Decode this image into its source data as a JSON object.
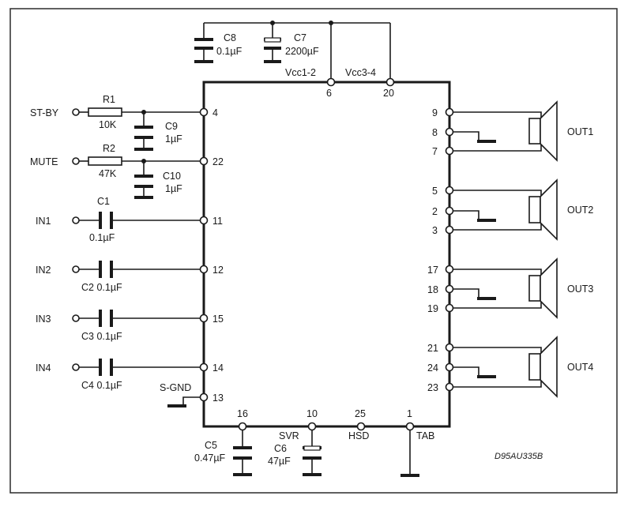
{
  "frame": {
    "stroke_color": "#2b2b2b"
  },
  "chip": {
    "vcc12_label": "Vcc1-2",
    "vcc34_label": "Vcc3-4",
    "pins": {
      "p6": "6",
      "p20": "20",
      "p4": "4",
      "p22": "22",
      "p11": "11",
      "p12": "12",
      "p15": "15",
      "p14": "14",
      "p13": "13",
      "p16": "16",
      "p10": "10",
      "p25": "25",
      "p1": "1",
      "p9": "9",
      "p8": "8",
      "p7": "7",
      "p5": "5",
      "p2": "2",
      "p3": "3",
      "p17": "17",
      "p18": "18",
      "p19": "19",
      "p21": "21",
      "p24": "24",
      "p23": "23"
    },
    "bottom_labels": {
      "svr": "SVR",
      "hsd": "HSD",
      "tab": "TAB"
    },
    "sgnd_label": "S-GND"
  },
  "inputs": {
    "stby": "ST-BY",
    "mute": "MUTE",
    "in1": "IN1",
    "in2": "IN2",
    "in3": "IN3",
    "in4": "IN4"
  },
  "components": {
    "r1_name": "R1",
    "r1_value": "10K",
    "r2_name": "R2",
    "r2_value": "47K",
    "c9_name": "C9",
    "c9_value": "1µF",
    "c10_name": "C10",
    "c10_value": "1µF",
    "c1_name": "C1",
    "c1_value": "0.1µF",
    "c2_label": "C2 0.1µF",
    "c3_label": "C3 0.1µF",
    "c4_label": "C4 0.1µF",
    "c8_name": "C8",
    "c8_value": "0.1µF",
    "c7_name": "C7",
    "c7_value": "2200µF",
    "c5_name": "C5",
    "c5_value": "0.47µF",
    "c6_name": "C6",
    "c6_value": "47µF"
  },
  "outputs": {
    "out1": "OUT1",
    "out2": "OUT2",
    "out3": "OUT3",
    "out4": "OUT4"
  },
  "drawing_code": "D95AU335B"
}
